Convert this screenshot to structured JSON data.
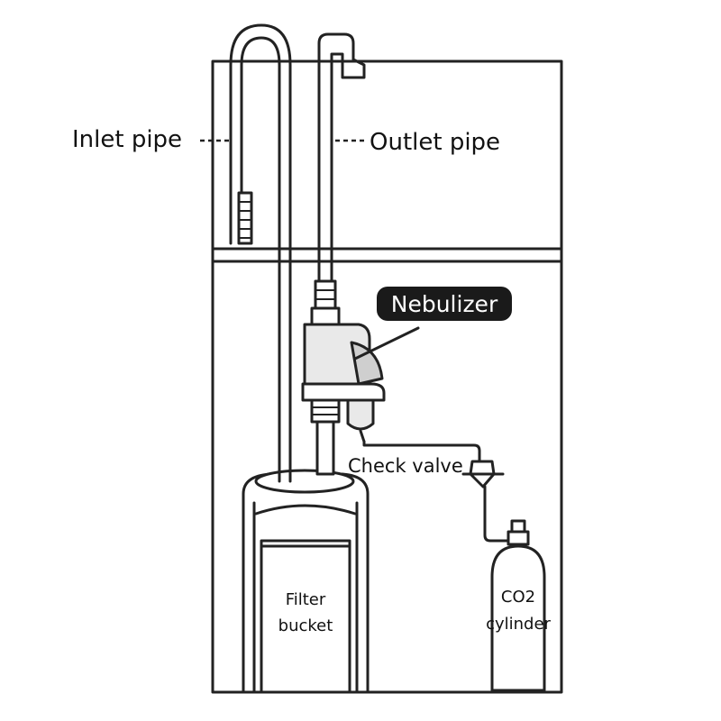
{
  "labels": {
    "inlet_pipe": "Inlet pipe",
    "outlet_pipe": "Outlet pipe",
    "nebulizer": "Nebulizer",
    "check_valve": "Check valve",
    "filter_bucket_line1": "Filter",
    "filter_bucket_line2": "bucket",
    "co2_cylinder_line1": "CO2",
    "co2_cylinder_line2": "cylinder"
  },
  "colors": {
    "line": "#222222",
    "background": "#ffffff",
    "badge": "#1a1a1a",
    "badge_text": "#ffffff"
  }
}
